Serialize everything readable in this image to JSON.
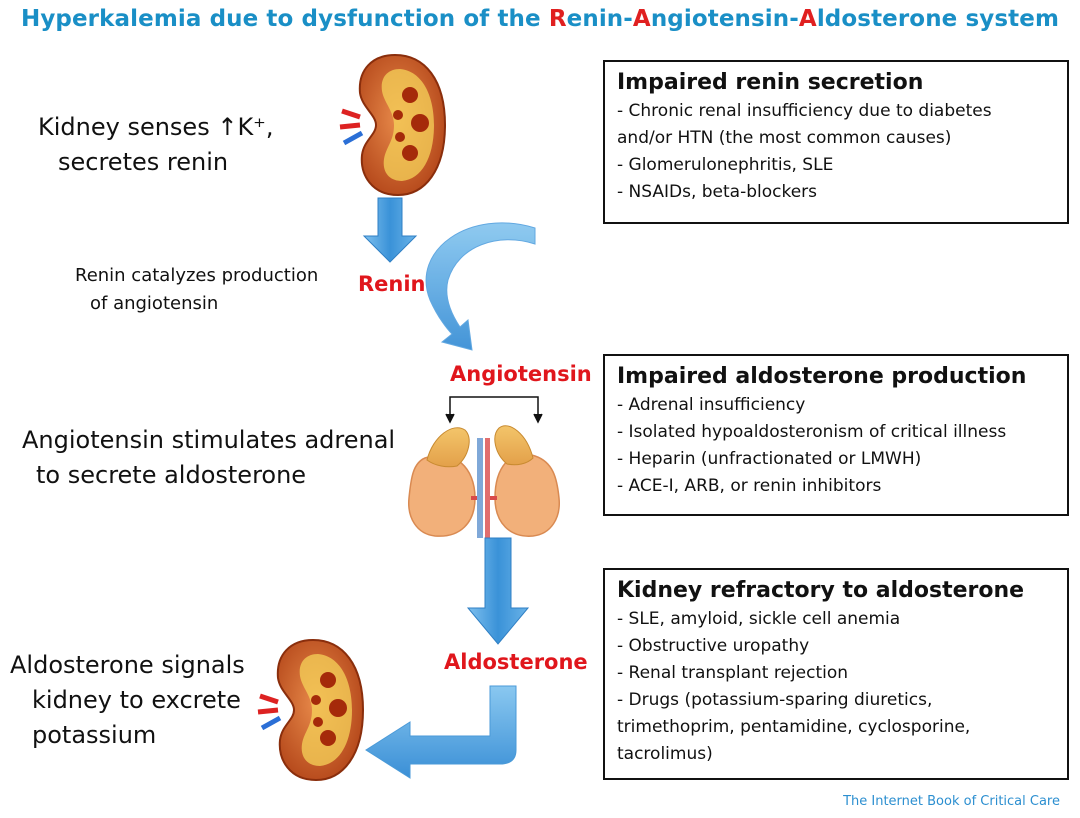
{
  "title": {
    "prefix": "Hyperkalemia due to dysfunction of the ",
    "r": "R",
    "enin": "enin-",
    "a1": "A",
    "ngiotensin": "ngiotensin-",
    "a2": "A",
    "ldosterone": "ldosterone system"
  },
  "left_text": {
    "kidney_line1": "Kidney senses ↑K⁺,",
    "kidney_line2": "secretes renin",
    "renin_line1": "Renin catalyzes production",
    "renin_line2": "of angiotensin",
    "ang_line1": "Angiotensin stimulates adrenal",
    "ang_line2": "to secrete aldosterone",
    "ald_line1": "Aldosterone signals",
    "ald_line2": "kidney to excrete",
    "ald_line3": "potassium"
  },
  "labels": {
    "renin": "Renin",
    "angiotensin": "Angiotensin",
    "aldosterone": "Aldosterone"
  },
  "boxes": [
    {
      "header": "Impaired renin secretion",
      "items": [
        " - Chronic renal insufficiency due to diabetes",
        "and/or HTN (the most common causes)",
        " - Glomerulonephritis, SLE",
        " - NSAIDs, beta-blockers"
      ]
    },
    {
      "header": "Impaired aldosterone production",
      "items": [
        " - Adrenal insufficiency",
        " - Isolated hypoaldosteronism of critical illness",
        " - Heparin (unfractionated or LMWH)",
        " - ACE-I, ARB, or renin inhibitors"
      ]
    },
    {
      "header": "Kidney refractory to aldosterone",
      "items": [
        "- SLE, amyloid, sickle cell anemia",
        "- Obstructive uropathy",
        "- Renal transplant rejection",
        "- Drugs (potassium-sparing diuretics,",
        "trimethoprim, pentamidine, cyclosporine,",
        "tacrolimus)"
      ]
    }
  ],
  "credit": "The Internet Book of Critical Care",
  "colors": {
    "title": "#1a8fc6",
    "highlight": "#e02020",
    "arrow": "#4fa3e0",
    "kidney": "#c8571e",
    "credit": "#2c8fd0"
  },
  "icons": [
    "kidney-icon",
    "adrenal-kidneys-icon",
    "down-arrow-icon",
    "curved-arrow-icon",
    "return-arrow-icon"
  ]
}
